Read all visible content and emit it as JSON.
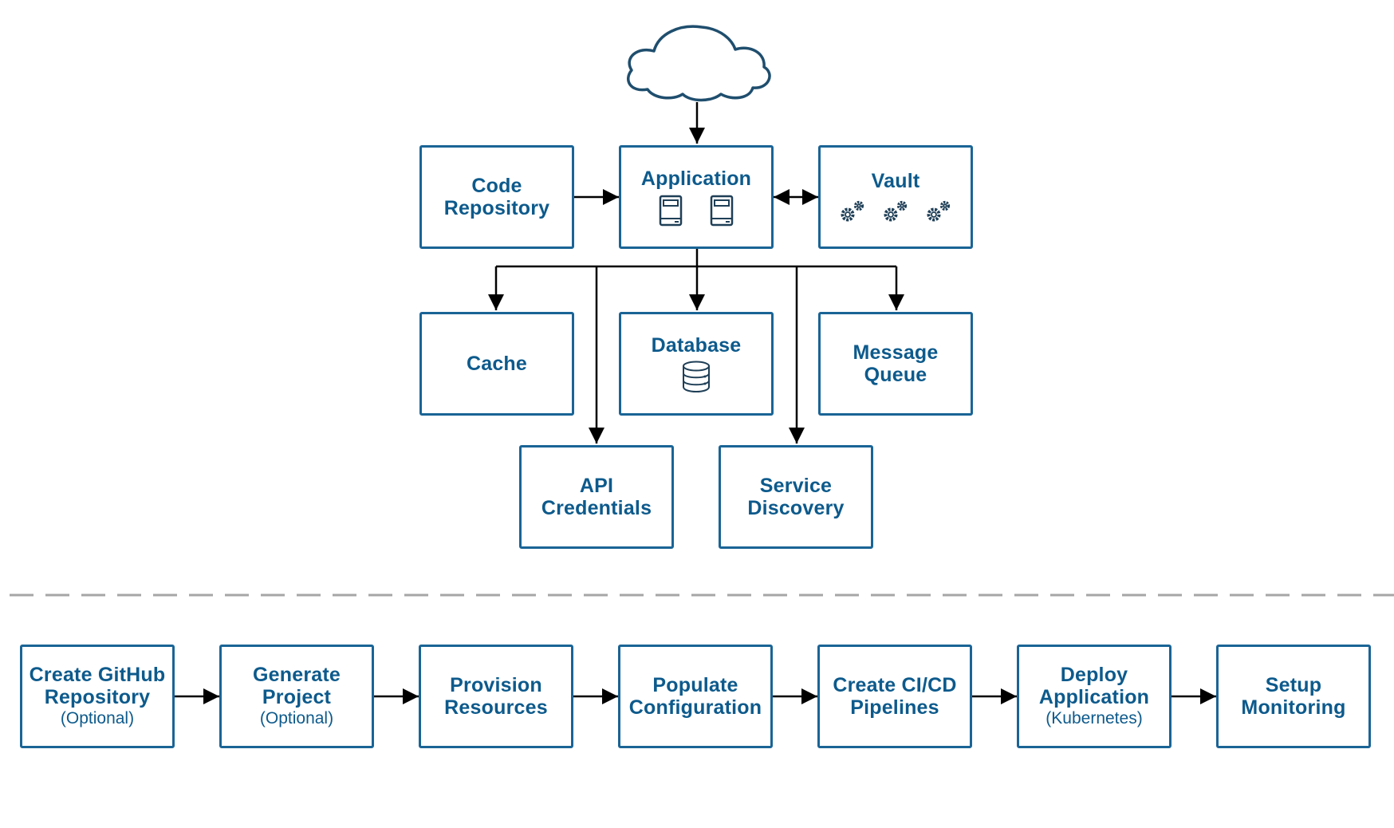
{
  "colors": {
    "box_border": "#1a6496",
    "box_text": "#0d5a8c",
    "arrow": "#000000",
    "separator": "#a6a6a6"
  },
  "architecture": {
    "cloud": {
      "icon": "cloud-icon"
    },
    "code_repository": {
      "label": "Code\nRepository"
    },
    "application": {
      "label": "Application",
      "icons": [
        "server-icon",
        "server-icon"
      ]
    },
    "vault": {
      "label": "Vault",
      "icons": [
        "gears-icon",
        "gears-icon",
        "gears-icon"
      ]
    },
    "cache": {
      "label": "Cache"
    },
    "database": {
      "label": "Database",
      "icon": "database-icon"
    },
    "message_queue": {
      "label": "Message\nQueue"
    },
    "api_credentials": {
      "label": "API\nCredentials"
    },
    "service_discovery": {
      "label": "Service\nDiscovery"
    }
  },
  "pipeline": {
    "steps": [
      {
        "label": "Create GitHub\nRepository",
        "sub": "(Optional)"
      },
      {
        "label": "Generate\nProject",
        "sub": "(Optional)"
      },
      {
        "label": "Provision\nResources",
        "sub": ""
      },
      {
        "label": "Populate\nConfiguration",
        "sub": ""
      },
      {
        "label": "Create CI/CD\nPipelines",
        "sub": ""
      },
      {
        "label": "Deploy\nApplication",
        "sub": "(Kubernetes)"
      },
      {
        "label": "Setup\nMonitoring",
        "sub": ""
      }
    ]
  }
}
